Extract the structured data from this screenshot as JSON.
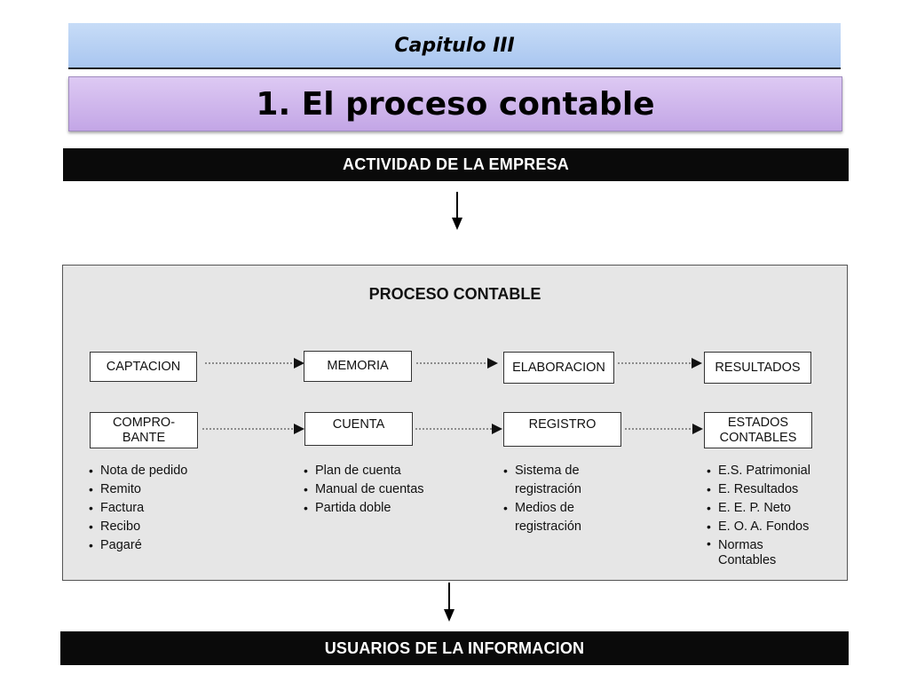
{
  "header": {
    "chapter": "Capitulo III",
    "title": "1. El proceso contable"
  },
  "diagram": {
    "top_bar": "ACTIVIDAD DE LA EMPRESA",
    "bottom_bar": "USUARIOS DE LA INFORMACION",
    "panel_title": "PROCESO CONTABLE",
    "row1": [
      "CAPTACION",
      "MEMORIA",
      "ELABORACION",
      "RESULTADOS"
    ],
    "row2": [
      [
        "COMPRO-",
        "BANTE"
      ],
      [
        "CUENTA"
      ],
      [
        "REGISTRO"
      ],
      [
        "ESTADOS",
        "CONTABLES"
      ]
    ],
    "lists": [
      [
        "Nota de pedido",
        "Remito",
        "Factura",
        "Recibo",
        "Pagaré"
      ],
      [
        "Plan de cuenta",
        "Manual de cuentas",
        "Partida doble"
      ],
      [
        [
          "Sistema de",
          "registración"
        ],
        [
          "Medios de",
          "registración"
        ]
      ],
      [
        "E.S. Patrimonial",
        "E. Resultados",
        "E. E. P. Neto",
        "E. O. A. Fondos",
        [
          "Normas",
          "Contables"
        ]
      ]
    ]
  }
}
